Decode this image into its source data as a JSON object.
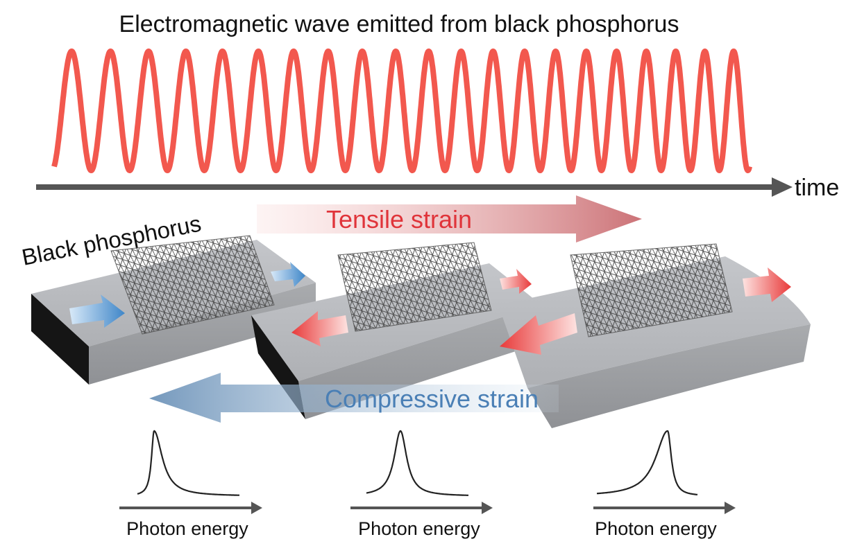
{
  "title": "Electromagnetic wave emitted from black phosphorus",
  "time_axis_label": "time",
  "material_label": "Black phosphorus",
  "tensile_label": "Tensile strain",
  "compressive_label": "Compressive strain",
  "spectra": [
    {
      "axis_label": "Photon energy",
      "peak": "low"
    },
    {
      "axis_label": "Photon energy",
      "peak": "middle"
    },
    {
      "axis_label": "Photon energy",
      "peak": "high"
    }
  ],
  "colors": {
    "wave": "#f2584e",
    "tensile_text": "#e0343a",
    "compressive_text": "#4a7fb5",
    "axis": "#555555",
    "slab": "#b7b9bd"
  },
  "icons": [
    "blue-arrow-icon",
    "red-arrow-icon",
    "lattice-icon"
  ]
}
